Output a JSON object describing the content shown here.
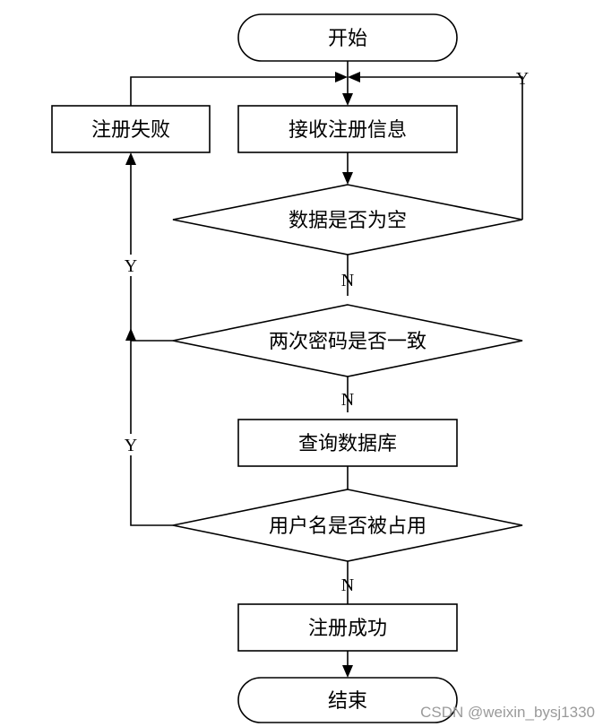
{
  "nodes": {
    "start": "开始",
    "receive": "接收注册信息",
    "fail": "注册失败",
    "empty_check": "数据是否为空",
    "pwd_check": "两次密码是否一致",
    "query_db": "查询数据库",
    "user_check": "用户名是否被占用",
    "success": "注册成功",
    "end": "结束"
  },
  "labels": {
    "empty_yes": "Y",
    "empty_no": "N",
    "pwd_yes": "Y",
    "pwd_no": "N",
    "user_yes": "Y",
    "user_no": "N"
  },
  "watermark": "CSDN @weixin_bysj1330"
}
